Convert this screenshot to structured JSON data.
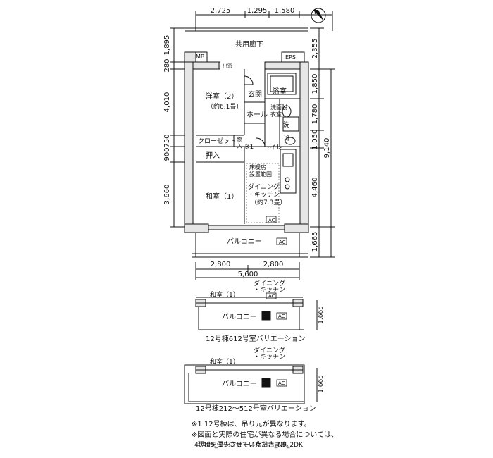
{
  "dims": {
    "top": [
      "2,725",
      "1,295",
      "1,580"
    ],
    "left": [
      "1,895",
      "280",
      "4,010",
      "750",
      "900",
      "3,660"
    ],
    "right": [
      "2,355",
      "1,850",
      "1,780",
      "1,050",
      "9,140",
      "4,460",
      "1,665"
    ],
    "bottom": [
      "2,800",
      "2,800",
      "5,600"
    ],
    "variation_right": "1,665"
  },
  "rooms": {
    "corridor": "共用廊下",
    "mb": "MB",
    "eps": "EPS",
    "window_mark": "出窓",
    "western_room": "洋室（2）",
    "western_area": "（約6.1畳）",
    "entrance": "玄関",
    "bath": "浴室",
    "hall": "ホール",
    "washroom_1": "洗面脱",
    "washroom_2": "衣室",
    "washer": "洗",
    "refrigerator": "冷",
    "closet": "クローゼット",
    "storage_1": "物",
    "storage_2": "入",
    "note_mark": "※1",
    "toilet": "トイレ",
    "oshiire": "押入",
    "floor_heating_1": "床暖房",
    "floor_heating_2": "設置範囲",
    "japanese_room": "和室（1）",
    "dining_1": "ダイニング",
    "dining_2": "・キッチン",
    "dining_area": "（約7.3畳）",
    "ac": "AC",
    "balcony": "バルコニー"
  },
  "variations": [
    {
      "caption": "12号棟612号室バリエーション",
      "washitsu": "和室（1）",
      "dining_1": "ダイニング",
      "dining_2": "・キッチン",
      "balcony": "バルコニー",
      "ac": "AC"
    },
    {
      "caption": "12号棟212～512号室バリエーション",
      "washitsu": "和室（1）",
      "dining_1": "ダイニング",
      "dining_2": "・キッチン",
      "balcony": "バルコニー",
      "ac": "AC"
    }
  ],
  "notes": [
    "※1 12号棟は、吊り元が異なります。",
    "※図面と実際の住宅が異なる場合については、",
    "　現状を優先させていただきます。"
  ],
  "footer": "40405_コンフォール南日吉_N9_2DK",
  "compass": "N"
}
